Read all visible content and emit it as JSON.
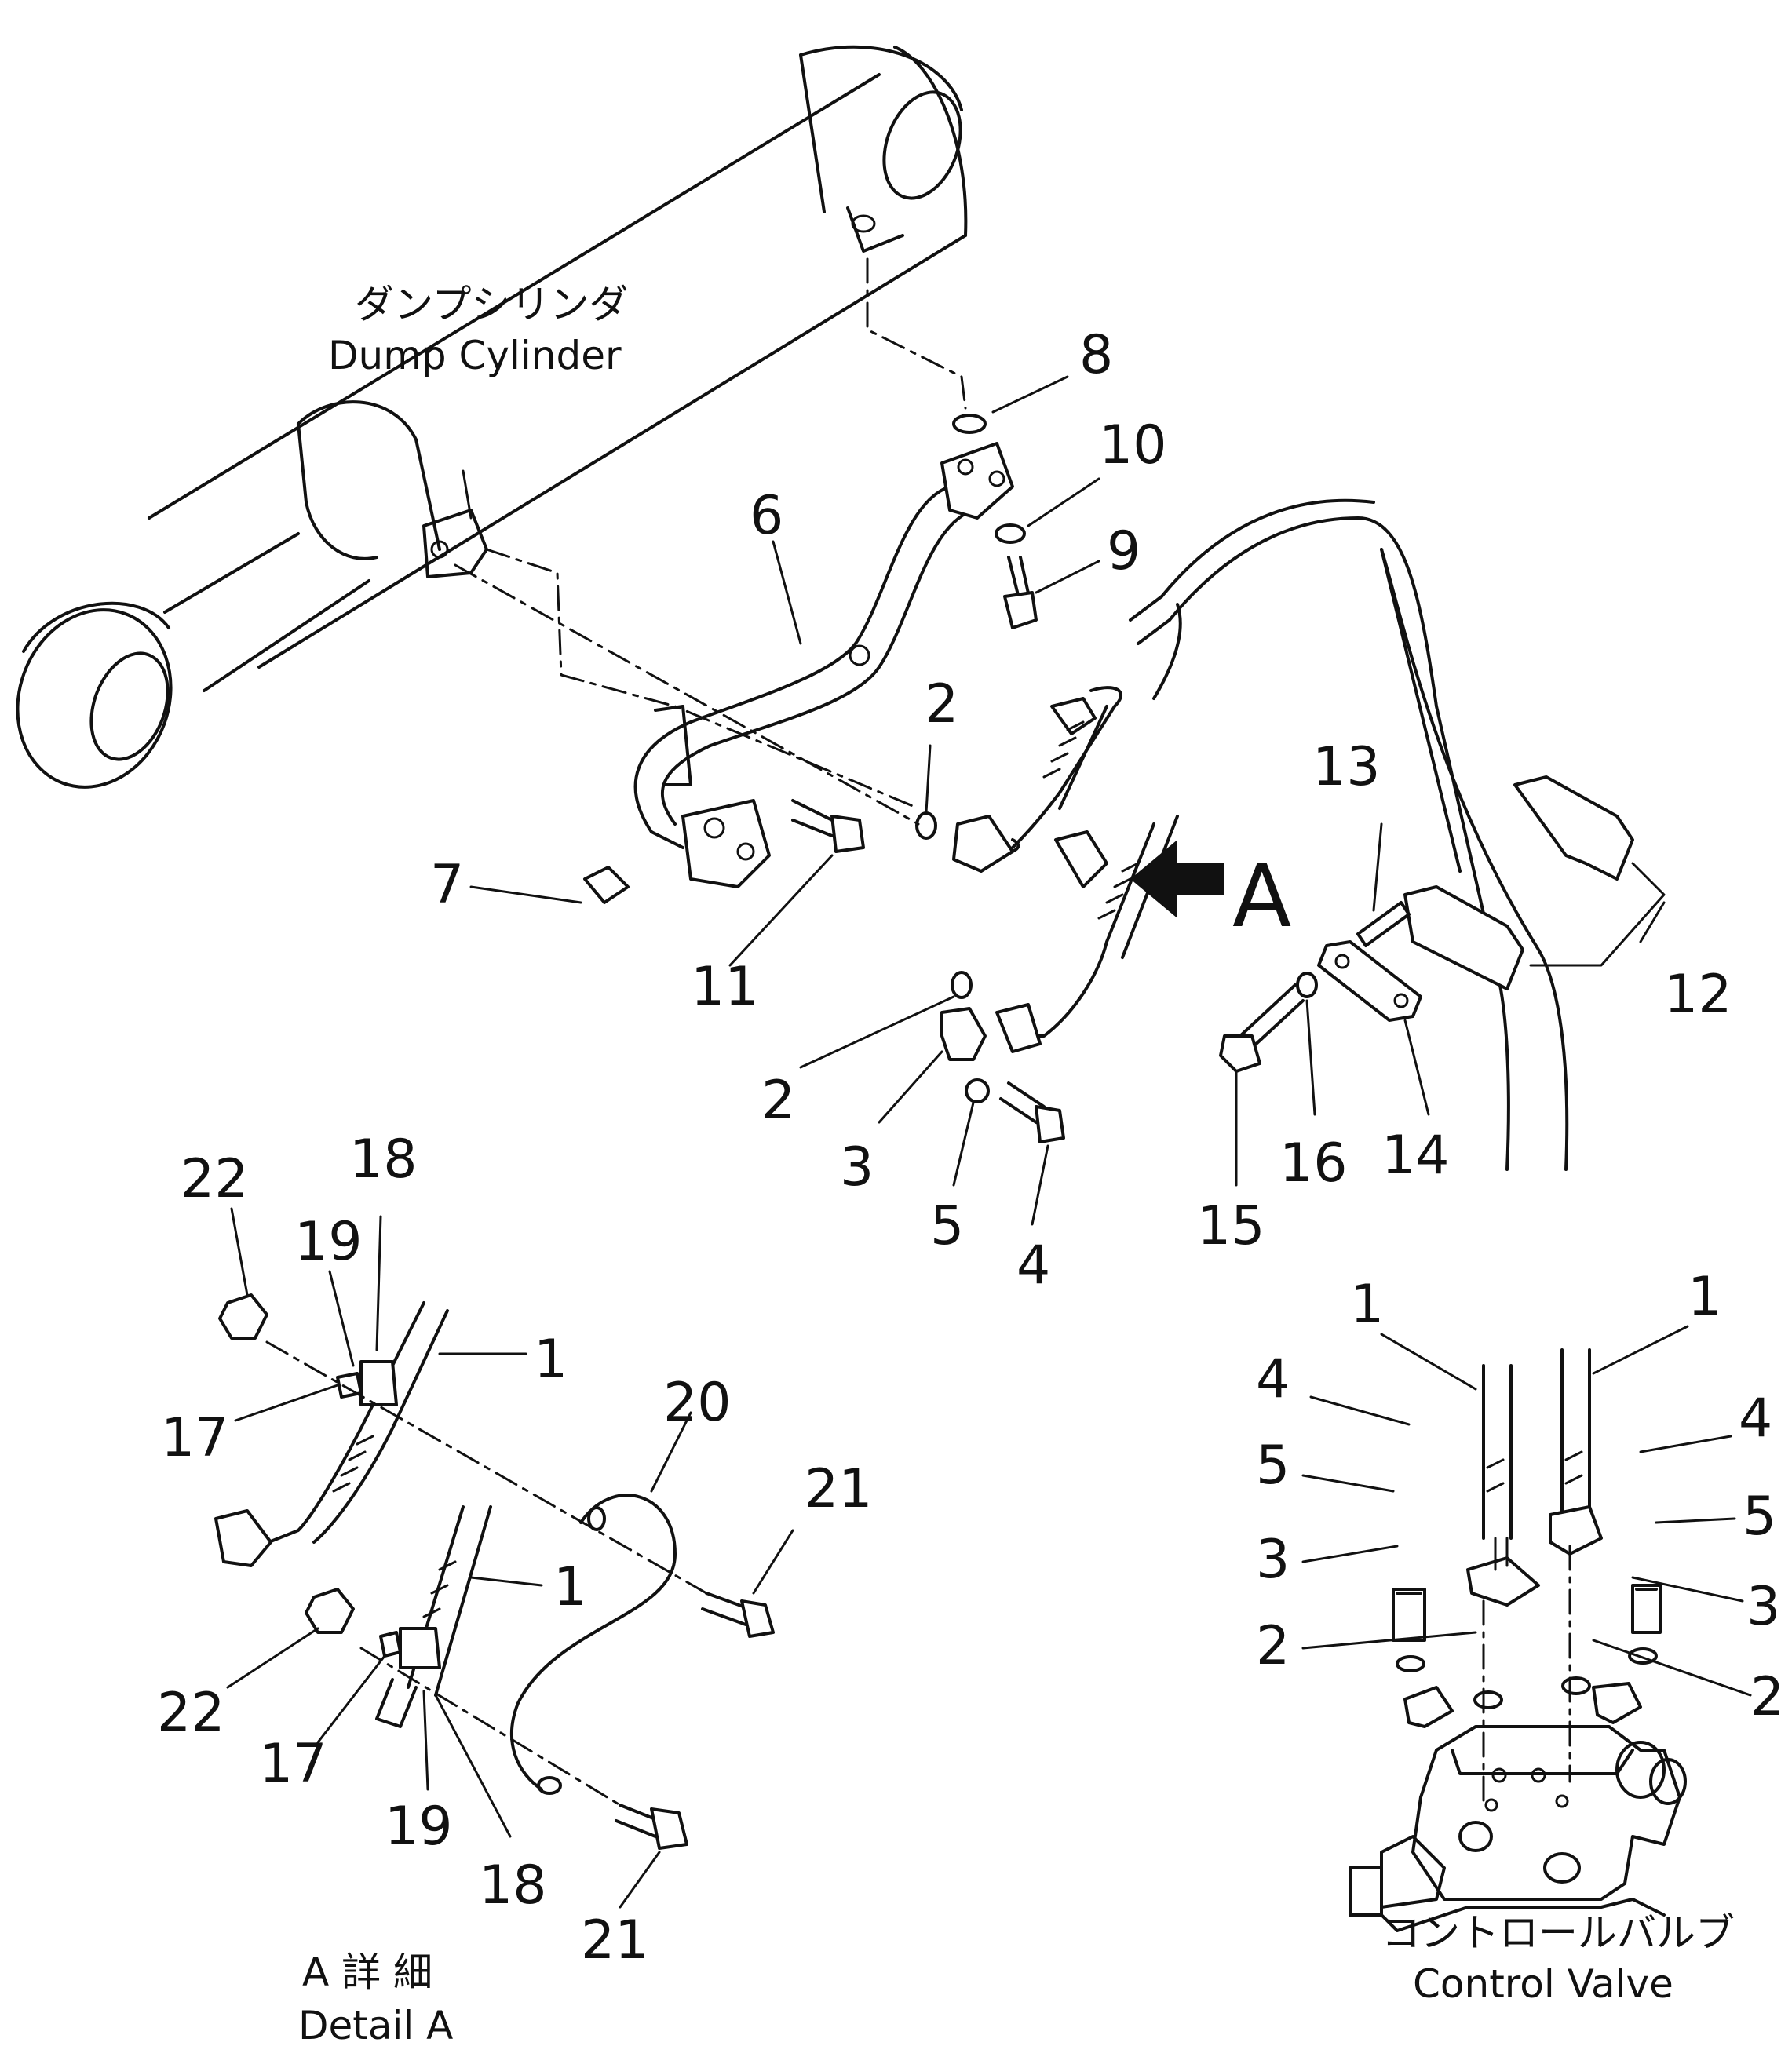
{
  "labels": {
    "dump_cylinder_jp": "ダンプシリンダ",
    "dump_cylinder_en": "Dump Cylinder",
    "control_valve_jp": "コントロールバルブ",
    "control_valve_en": "Control Valve",
    "view_arrow": "A",
    "detail_jp": "A 詳 細",
    "detail_en": "Detail A"
  },
  "callouts": {
    "c8": "8",
    "c10": "10",
    "c9": "9",
    "c6": "6",
    "c2a": "2",
    "c7": "7",
    "c11": "11",
    "c2b": "2",
    "c3": "3",
    "c5": "5",
    "c4": "4",
    "c13": "13",
    "c12": "12",
    "c14": "14",
    "c16": "16",
    "c15": "15",
    "d22a": "22",
    "d18a": "18",
    "d19a": "19",
    "d1a": "1",
    "d17a": "17",
    "d20": "20",
    "d21a": "21",
    "d1b": "1",
    "d22b": "22",
    "d17b": "17",
    "d19b": "19",
    "d18b": "18",
    "d21b": "21",
    "v1l": "1",
    "v1r": "1",
    "v4l": "4",
    "v4r": "4",
    "v5l": "5",
    "v5r": "5",
    "v3l": "3",
    "v3r": "3",
    "v2l": "2",
    "v2r": "2"
  }
}
